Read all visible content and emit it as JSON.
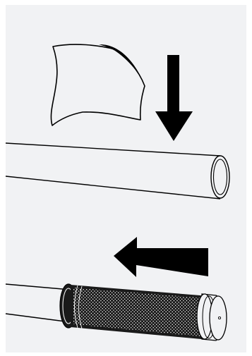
{
  "illustration": {
    "steps": [
      {
        "id": "cover-sheet-onto-tube",
        "arrow_direction": "down"
      },
      {
        "id": "slide-grip-onto-tube",
        "arrow_direction": "left"
      }
    ]
  },
  "colors": {
    "background_panel": "#f1f2f4",
    "outer_background": "#ffffff",
    "line": "#000000",
    "arrow_fill": "#000000",
    "grip_fill": "#1a1a1a",
    "grip_texture": "#ffffff",
    "tube_fill": "#f1f2f4"
  }
}
